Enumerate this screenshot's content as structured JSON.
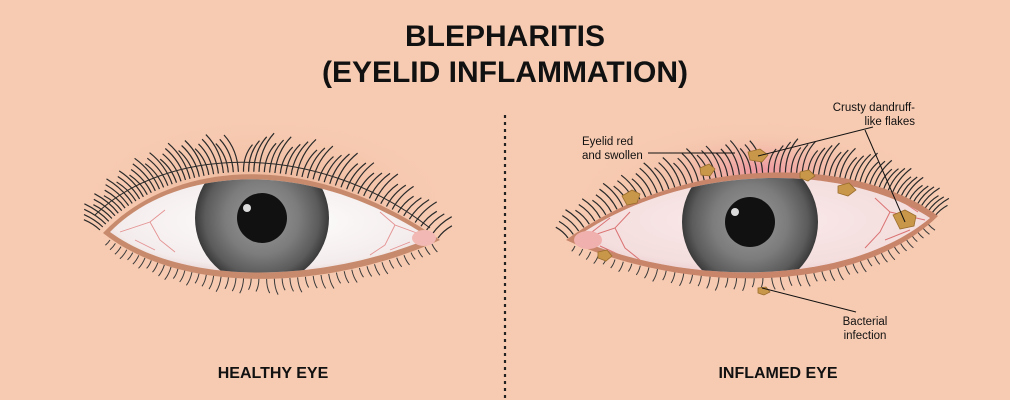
{
  "title": {
    "line1": "BLEPHARITIS",
    "line2": "(EYELID INFLAMMATION)"
  },
  "panels": {
    "left": {
      "caption": "HEALTHY EYE"
    },
    "right": {
      "caption": "INFLAMED EYE"
    }
  },
  "annotations": {
    "red_swollen": {
      "line1": "Eyelid red",
      "line2": "and swollen"
    },
    "crusty_flakes": {
      "line1": "Crusty dandruff-",
      "line2": "like flakes"
    },
    "bacterial": {
      "line1": "Bacterial",
      "line2": "infection"
    }
  },
  "colors": {
    "background": "#f7cbb2",
    "skin_shadow": "#e8ab8c",
    "sclera": "#ffffff",
    "iris": "#7b7b7b",
    "pupil": "#111111",
    "lid_rim": "#c98a6c",
    "redness": "#ec9fa7",
    "crust": "#c9974a",
    "vessels": "#e07a7a"
  }
}
